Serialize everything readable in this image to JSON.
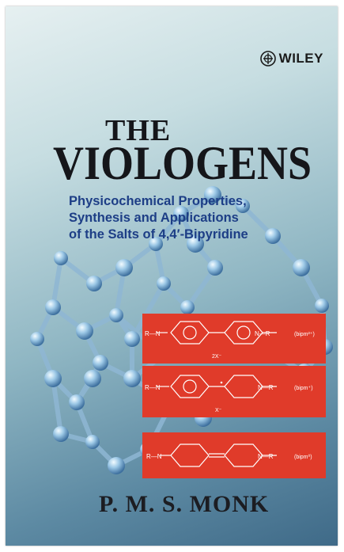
{
  "publisher": {
    "name": "WILEY",
    "logo_icon": "wiley-seal-icon"
  },
  "title": {
    "article": "THE",
    "main": "VIOLOGENS"
  },
  "subtitle": {
    "lines": [
      "Physicochemical Properties,",
      "Synthesis and Applications",
      "of the Salts of 4,4′-Bipyridine"
    ]
  },
  "structures": [
    {
      "left_label": "R—N",
      "right_label": "N—R",
      "state": "(bipm²⁺)",
      "counter_ion": "2X⁻"
    },
    {
      "left_label": "R—N",
      "right_label": "N—R",
      "state": "(bipm⁺)",
      "counter_ion": "X⁻"
    },
    {
      "left_label": "R—N",
      "right_label": "N—R",
      "state": "(bipm⁰)",
      "counter_ion": ""
    }
  ],
  "author": "P. M. S. MONK",
  "colors": {
    "structure_box": "#e03b2a",
    "subtitle": "#1d3e86",
    "title": "#15161a"
  }
}
